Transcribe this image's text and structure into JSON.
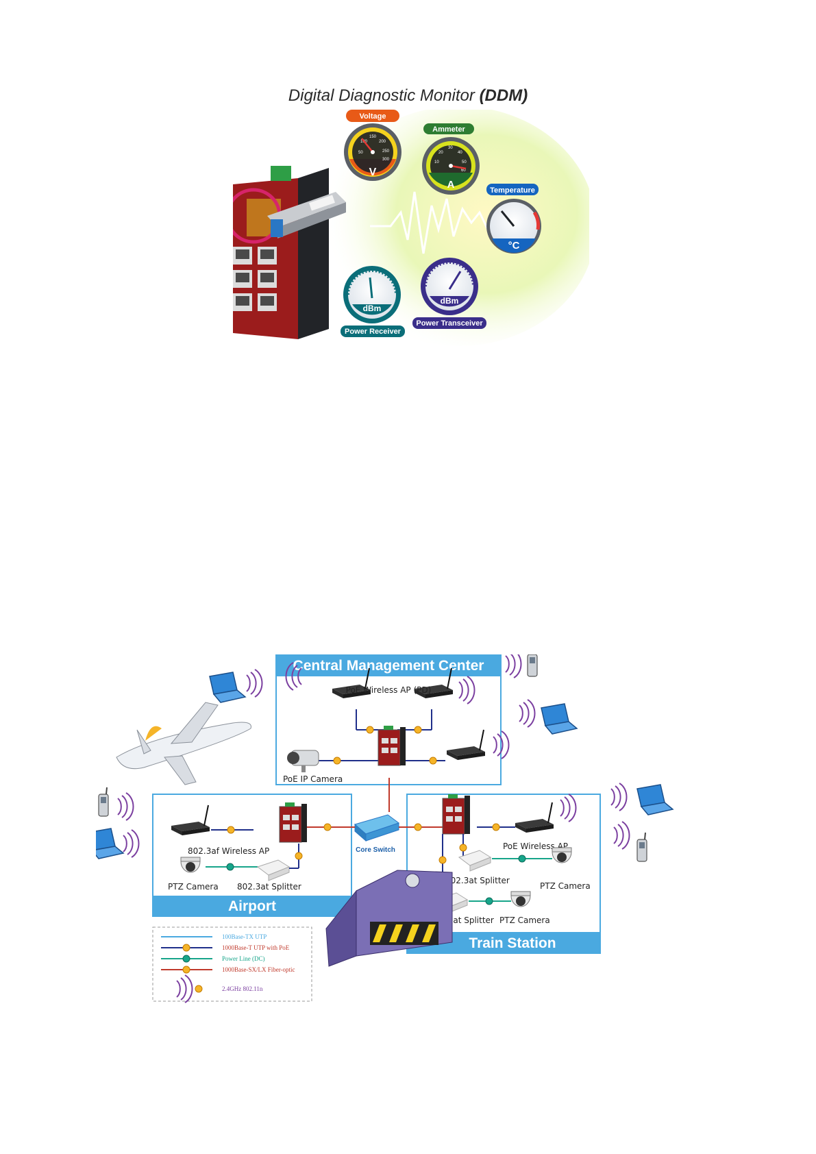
{
  "ddm": {
    "title_main": "Digital Diagnostic Monitor ",
    "title_bold": "(DDM)",
    "gauges": {
      "voltage": {
        "label": "Voltage",
        "unit": "V",
        "ticks": [
          "50",
          "100",
          "150",
          "200",
          "250",
          "300"
        ],
        "color": "#e85a17"
      },
      "ammeter": {
        "label": "Ammeter",
        "unit": "A",
        "ticks": [
          "10",
          "20",
          "30",
          "40",
          "50",
          "60"
        ],
        "color": "#2e7d32"
      },
      "temperature": {
        "label": "Temperature",
        "unit": "°C",
        "color": "#1565c0"
      },
      "power_receiver": {
        "label": "Power Receiver",
        "unit": "dBm",
        "color": "#0b6e79"
      },
      "power_transceiver": {
        "label": "Power Transceiver",
        "unit": "dBm",
        "color": "#3a2e8a"
      }
    }
  },
  "network": {
    "cmc_title": "Central Management Center",
    "airport_title": "Airport",
    "train_title": "Train Station",
    "core_switch": "Core Switch",
    "labels": {
      "poe_wireless_ap_pd": "PoE Wireless AP (PD)",
      "poe_ip_camera": "PoE IP Camera",
      "ap_8023af": "802.3af Wireless AP",
      "ptz_camera": "PTZ Camera",
      "splitter": "802.3at Splitter",
      "poe_wireless_ap": "PoE Wireless AP"
    },
    "legend": [
      {
        "text": "100Base-TX UTP",
        "color": "#4aa9e0"
      },
      {
        "text": "1000Base-T UTP with PoE",
        "color": "#1f2f8a"
      },
      {
        "text": "Power Line (DC)",
        "color": "#17a58a"
      },
      {
        "text": "1000Base-SX/LX Fiber-optic",
        "color": "#c0392b"
      },
      {
        "text": "2.4GHz 802.11n",
        "color": "#7b3fa0"
      }
    ]
  }
}
